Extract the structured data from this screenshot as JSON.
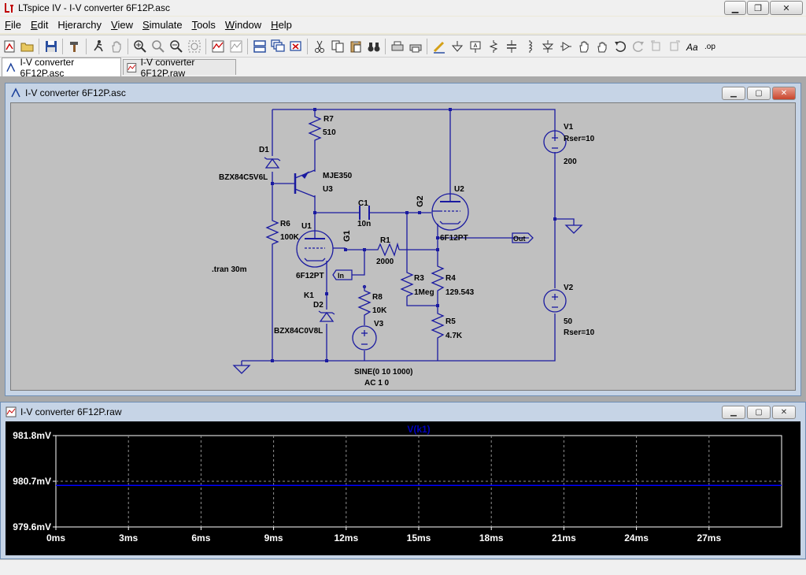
{
  "window": {
    "title": "LTspice IV - I-V converter 6F12P.asc"
  },
  "menu": [
    {
      "pre": "",
      "u": "F",
      "post": "ile"
    },
    {
      "pre": "",
      "u": "E",
      "post": "dit"
    },
    {
      "pre": "H",
      "u": "i",
      "post": "erarchy"
    },
    {
      "pre": "",
      "u": "V",
      "post": "iew"
    },
    {
      "pre": "",
      "u": "S",
      "post": "imulate"
    },
    {
      "pre": "",
      "u": "T",
      "post": "ools"
    },
    {
      "pre": "",
      "u": "W",
      "post": "indow"
    },
    {
      "pre": "",
      "u": "H",
      "post": "elp"
    }
  ],
  "tabs": [
    "I-V converter 6F12P.asc",
    "I-V converter 6F12P.raw"
  ],
  "schematic_window": {
    "title": "I-V converter 6F12P.asc"
  },
  "plot_window": {
    "title": "I-V converter 6F12P.raw"
  },
  "components": {
    "r7": {
      "ref": "R7",
      "val": "510"
    },
    "d1": {
      "ref": "D1",
      "val": "BZX84C5V6L"
    },
    "q": {
      "model": "MJE350",
      "ref": "U3"
    },
    "c1": {
      "ref": "C1",
      "val": "10n"
    },
    "r6": {
      "ref": "R6",
      "val": "100K"
    },
    "u1": {
      "ref": "U1",
      "model": "6F12PT"
    },
    "u2": {
      "ref": "U2",
      "model": "6F12PT"
    },
    "r1": {
      "ref": "R1",
      "val": "2000"
    },
    "r3": {
      "ref": "R3",
      "val": "1Meg"
    },
    "r4": {
      "ref": "R4",
      "val": "129.543"
    },
    "r5": {
      "ref": "R5",
      "val": "4.7K"
    },
    "r8": {
      "ref": "R8",
      "val": "10K"
    },
    "v1": {
      "ref": "V1",
      "rser": "Rser=10",
      "val": "200"
    },
    "v2": {
      "ref": "V2",
      "val": "50",
      "rser": "Rser=10"
    },
    "v3": {
      "ref": "V3",
      "wave": "SINE(0 10 1000)",
      "ac": "AC 1 0"
    },
    "d2": {
      "ref": "D2",
      "val": "BZX84C0V8L"
    },
    "net_g1": "G1",
    "net_g2": "G2",
    "net_k1": "K1",
    "port_in": "In",
    "port_out": "Out",
    "directive": ".tran 30m"
  },
  "chart_data": {
    "type": "line",
    "title": "V(k1)",
    "xlabel": "",
    "ylabel": "",
    "x_ticks": [
      "0ms",
      "3ms",
      "6ms",
      "9ms",
      "12ms",
      "15ms",
      "18ms",
      "21ms",
      "24ms",
      "27ms"
    ],
    "y_ticks": [
      "981.8mV",
      "980.7mV",
      "979.6mV"
    ],
    "xlim": [
      0,
      30
    ],
    "ylim": [
      979.6,
      981.8
    ],
    "grid": true,
    "series": [
      {
        "name": "V(k1)",
        "x": [
          0,
          30
        ],
        "y": [
          980.6,
          980.6
        ],
        "color": "#0000ff"
      }
    ]
  }
}
